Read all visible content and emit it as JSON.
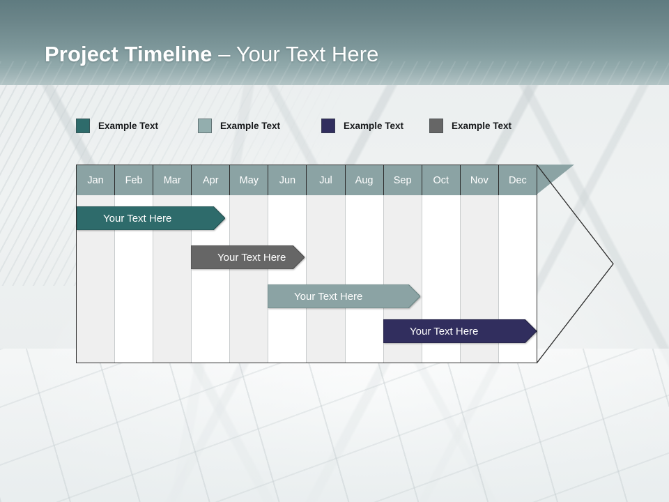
{
  "slide": {
    "title_strong": "Project Timeline",
    "title_dash": " – ",
    "title_light": "Your Text Here"
  },
  "legend": {
    "items": [
      {
        "label": "Example Text",
        "color": "#2e6b6b"
      },
      {
        "label": "Example Text",
        "color": "#93aeae"
      },
      {
        "label": "Example Text",
        "color": "#312e5e"
      },
      {
        "label": "Example Text",
        "color": "#666666"
      }
    ]
  },
  "timeline": {
    "header_color": "#8ba3a4",
    "header_text_color": "#ffffff",
    "shade_color": "#efefef",
    "cell_color": "#ffffff",
    "border_color": "#2b2b2b",
    "months": [
      "Jan",
      "Feb",
      "Mar",
      "Apr",
      "May",
      "Jun",
      "Jul",
      "Aug",
      "Sep",
      "Oct",
      "Nov",
      "Dec"
    ],
    "bars": [
      {
        "label": "Your  Text Here",
        "color": "#2e6b6b",
        "start_month": "Jan",
        "end_month": "Apr",
        "row": 1
      },
      {
        "label": "Your  Text Here",
        "color": "#666666",
        "start_month": "Apr",
        "end_month": "Jun",
        "row": 2
      },
      {
        "label": "Your  Text Here",
        "color": "#8ba3a4",
        "start_month": "Jun",
        "end_month": "Sep",
        "row": 3
      },
      {
        "label": "Your  Text Here",
        "color": "#312e5e",
        "start_month": "Sep",
        "end_month": "Dec",
        "row": 4
      }
    ]
  },
  "chart_data": {
    "type": "bar",
    "title": "Project Timeline – Your Text Here",
    "categories": [
      "Jan",
      "Feb",
      "Mar",
      "Apr",
      "May",
      "Jun",
      "Jul",
      "Aug",
      "Sep",
      "Oct",
      "Nov",
      "Dec"
    ],
    "xlabel": "",
    "ylabel": "",
    "grid": true,
    "legend": [
      "Example Text",
      "Example Text",
      "Example Text",
      "Example Text"
    ],
    "series": [
      {
        "name": "Example Text",
        "label": "Your  Text Here",
        "color": "#2e6b6b",
        "start": 0,
        "end": 3.9
      },
      {
        "name": "Example Text",
        "label": "Your  Text Here",
        "color": "#666666",
        "start": 3.0,
        "end": 5.9
      },
      {
        "name": "Example Text",
        "label": "Your  Text Here",
        "color": "#8ba3a4",
        "start": 5.0,
        "end": 8.9
      },
      {
        "name": "Example Text",
        "label": "Your  Text Here",
        "color": "#312e5e",
        "start": 8.0,
        "end": 12.0
      }
    ]
  }
}
